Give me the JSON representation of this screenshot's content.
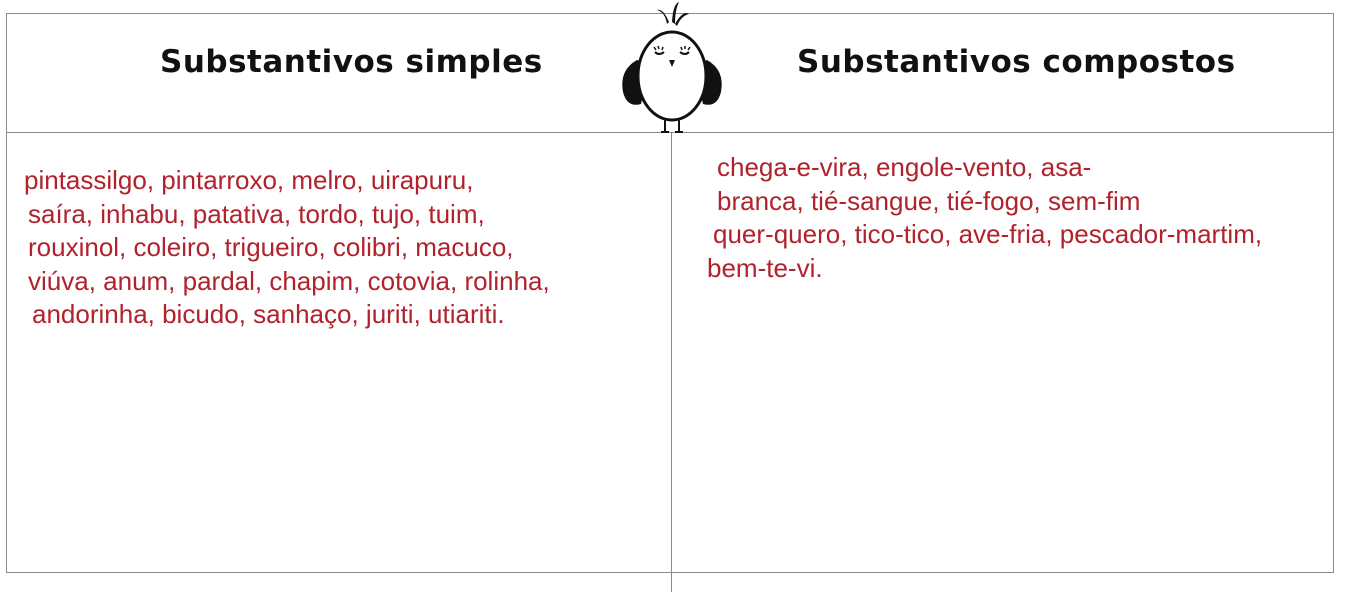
{
  "left_column": {
    "heading": "Substantivos simples",
    "lines": [
      "pintassilgo, pintarroxo, melro, uirapuru,",
      "saíra, inhabu, patativa, tordo, tujo, tuim,",
      "rouxinol, coleiro, trigueiro, colibri, macuco,",
      "viúva, anum, pardal, chapim, cotovia, rolinha,",
      "andorinha, bicudo, sanhaço, juriti, utiariti."
    ]
  },
  "right_column": {
    "heading": "Substantivos compostos",
    "lines": [
      "chega-e-vira, engole-vento, asa-",
      "branca, tié-sangue, tié-fogo, sem-fim",
      "quer-quero, tico-tico, ave-fria, pescador-martim,",
      "bem-te-vi."
    ]
  },
  "colors": {
    "heading_text": "#111111",
    "word_text": "#b0222c",
    "border": "#8a8a8a"
  },
  "icons": {
    "decoration": "bird-icon"
  }
}
